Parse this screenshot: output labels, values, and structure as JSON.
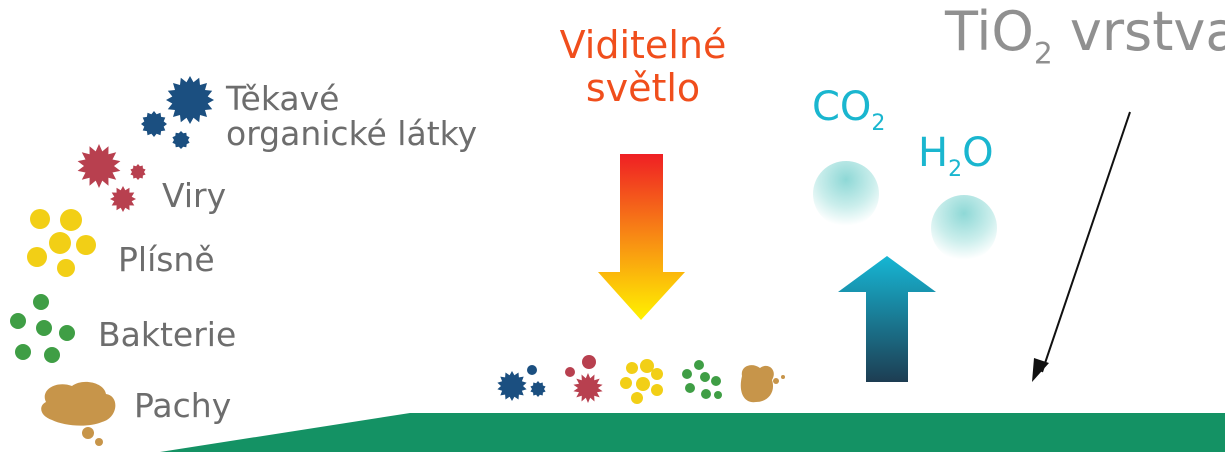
{
  "legend": {
    "voc_line1": "Těkavé",
    "voc_line2": "organické látky",
    "viruses": "Viry",
    "molds": "Plísně",
    "bacteria": "Bakterie",
    "odors": "Pachy"
  },
  "light": {
    "line1": "Viditelné",
    "line2": "světlo"
  },
  "gases": {
    "co2_main": "CO",
    "co2_sub": "2",
    "h2o_h": "H",
    "h2o_sub": "2",
    "h2o_o": "O"
  },
  "layer": {
    "tio_main": "TiO",
    "tio_sub": "2",
    "tio_rest": " vrstva"
  },
  "colors": {
    "voc": "#1b4f80",
    "virus": "#b8404f",
    "mold": "#f2cf16",
    "bacteria": "#3f9e45",
    "odor": "#c7954a",
    "surface": "#149264",
    "light_text": "#f04e1c",
    "gas_text": "#1ab6cf"
  }
}
